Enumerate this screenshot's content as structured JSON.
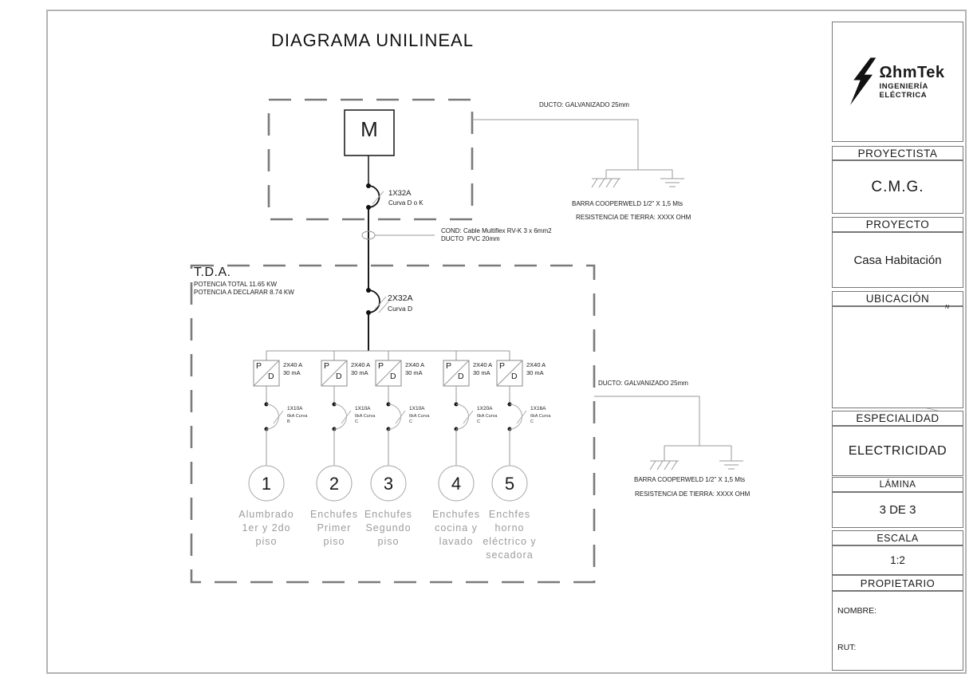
{
  "title": "DIAGRAMA UNILINEAL",
  "colors": {
    "line_gray": "#999999",
    "text_gray": "#9c9c9c",
    "ink": "#1a1a1a"
  },
  "meter": {
    "label": "M",
    "breaker_rating": "1X32A",
    "breaker_curve": "Curva D o K"
  },
  "feeder_note": "COND: Cable Multiflex RV-K 3 x 6mm2\nDUCTO  PVC 20mm",
  "tda": {
    "name": "T.D.A.",
    "notes": "POTENCIA TOTAL 11.65 KW\nPOTENCIA A DECLARAR 8.74 KW",
    "breaker_rating": "2X32A",
    "breaker_curve": "Curva D"
  },
  "ground_top": {
    "duct": "DUCTO: GALVANIZADO 25mm",
    "bar": "BARRA COOPERWELD 1/2\" X 1,5 Mts",
    "resistance": "RESISTENCIA DE TIERRA: XXXX OHM"
  },
  "ground_bottom": {
    "duct": "DUCTO: GALVANIZADO 25mm",
    "bar": "BARRA COOPERWELD 1/2\" X 1,5 Mts",
    "resistance": "RESISTENCIA DE TIERRA: XXXX OHM"
  },
  "branches": [
    {
      "p": "P",
      "d": "D",
      "diff": "2X40 A\n30 mA",
      "rating": "1X10A",
      "curve": "6kA Curva B",
      "number": "1",
      "desc": "Alumbrado\n1er y 2do\npiso"
    },
    {
      "p": "P",
      "d": "D",
      "diff": "2X40 A\n30 mA",
      "rating": "1X10A",
      "curve": "6kA Curva C",
      "number": "2",
      "desc": "Enchufes\nPrimer\npiso"
    },
    {
      "p": "P",
      "d": "D",
      "diff": "2X40 A\n30 mA",
      "rating": "1X10A",
      "curve": "6kA Curva C",
      "number": "3",
      "desc": "Enchufes\nSegundo\npiso"
    },
    {
      "p": "P",
      "d": "D",
      "diff": "2X40 A\n30 mA",
      "rating": "1X20A",
      "curve": "6kA Curva C",
      "number": "4",
      "desc": "Enchufes\ncocina y\nlavado"
    },
    {
      "p": "P",
      "d": "D",
      "diff": "2X40 A\n30 mA",
      "rating": "1X16A",
      "curve": "6kA Curva C",
      "number": "5",
      "desc": "Enchfes\nhorno\neléctrico y\nsecadora"
    }
  ],
  "titleblock": {
    "brand": "ΩhmTek",
    "brand_sub1": "INGENIERÍA",
    "brand_sub2": "ELÉCTRICA",
    "proyectista_label": "PROYECTISTA",
    "proyectista": "C.M.G.",
    "proyecto_label": "PROYECTO",
    "proyecto": "Casa Habitación",
    "ubicacion_label": "UBICACIÓN",
    "north": "N",
    "especialidad_label": "ESPECIALIDAD",
    "especialidad": "ELECTRICIDAD",
    "lamina_label": "LÁMINA",
    "lamina": "3 DE 3",
    "escala_label": "ESCALA",
    "escala": "1:2",
    "propietario_label": "PROPIETARIO",
    "nombre_label": "NOMBRE:",
    "rut_label": "RUT:"
  }
}
